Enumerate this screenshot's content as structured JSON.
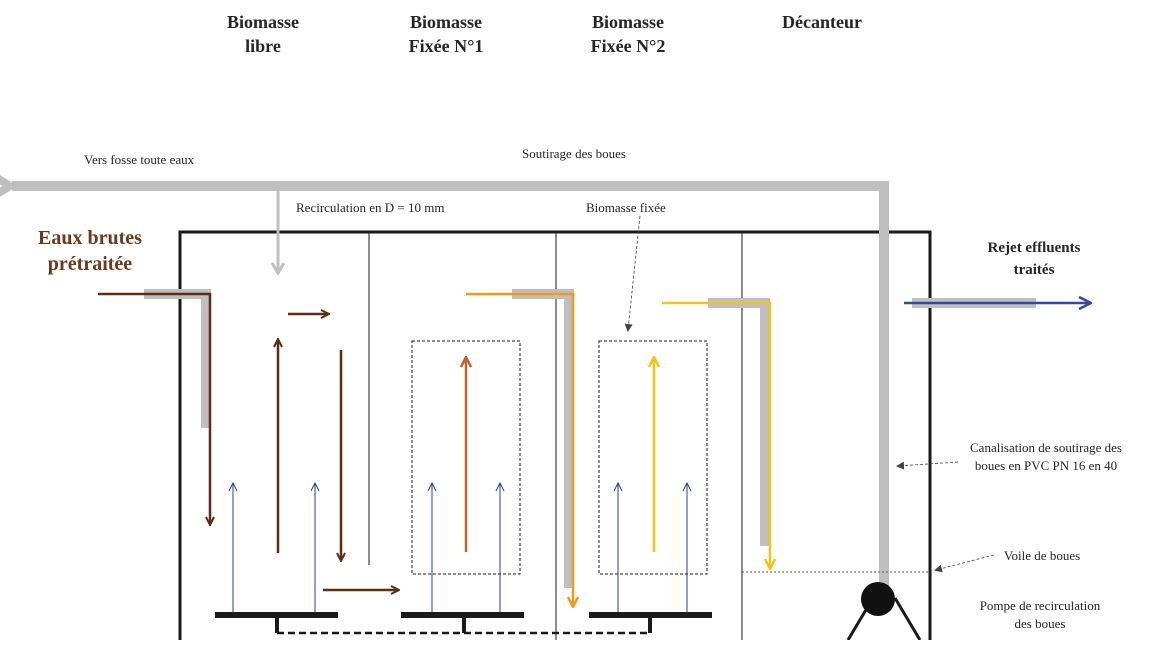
{
  "headers": {
    "col1": [
      "Biomasse",
      "libre"
    ],
    "col2": [
      "Biomasse",
      "Fixée N°1"
    ],
    "col3": [
      "Biomasse",
      "Fixée N°2"
    ],
    "col4": [
      "Décanteur"
    ]
  },
  "labels": {
    "vers_fosse": "Vers fosse toute eaux",
    "soutirage": "Soutirage des boues",
    "recirculation": "Recirculation en  D = 10 mm",
    "biomasse_fixee": "Biomasse fixée",
    "eaux_brutes": [
      "Eaux brutes",
      "prétraitée"
    ],
    "rejet": [
      "Rejet effluents",
      "traités"
    ],
    "canalisation": [
      "Canalisation de soutirage des",
      "boues en PVC PN 16 en 40"
    ],
    "voile": "Voile de boues",
    "pompe": [
      "Pompe de recirculation",
      "des boues"
    ]
  },
  "colors": {
    "pipe": "#bfbfbf",
    "tank_wall": "#1a1a1a",
    "brown": "#5a2e12",
    "orange_dark": "#c0632a",
    "orange": "#f39a1e",
    "yellow": "#f6c21a",
    "blue_bubbles": "#2a3d9b",
    "blue_outlet": "#2f4aa0",
    "inlet_text": "#6b3a1e"
  }
}
